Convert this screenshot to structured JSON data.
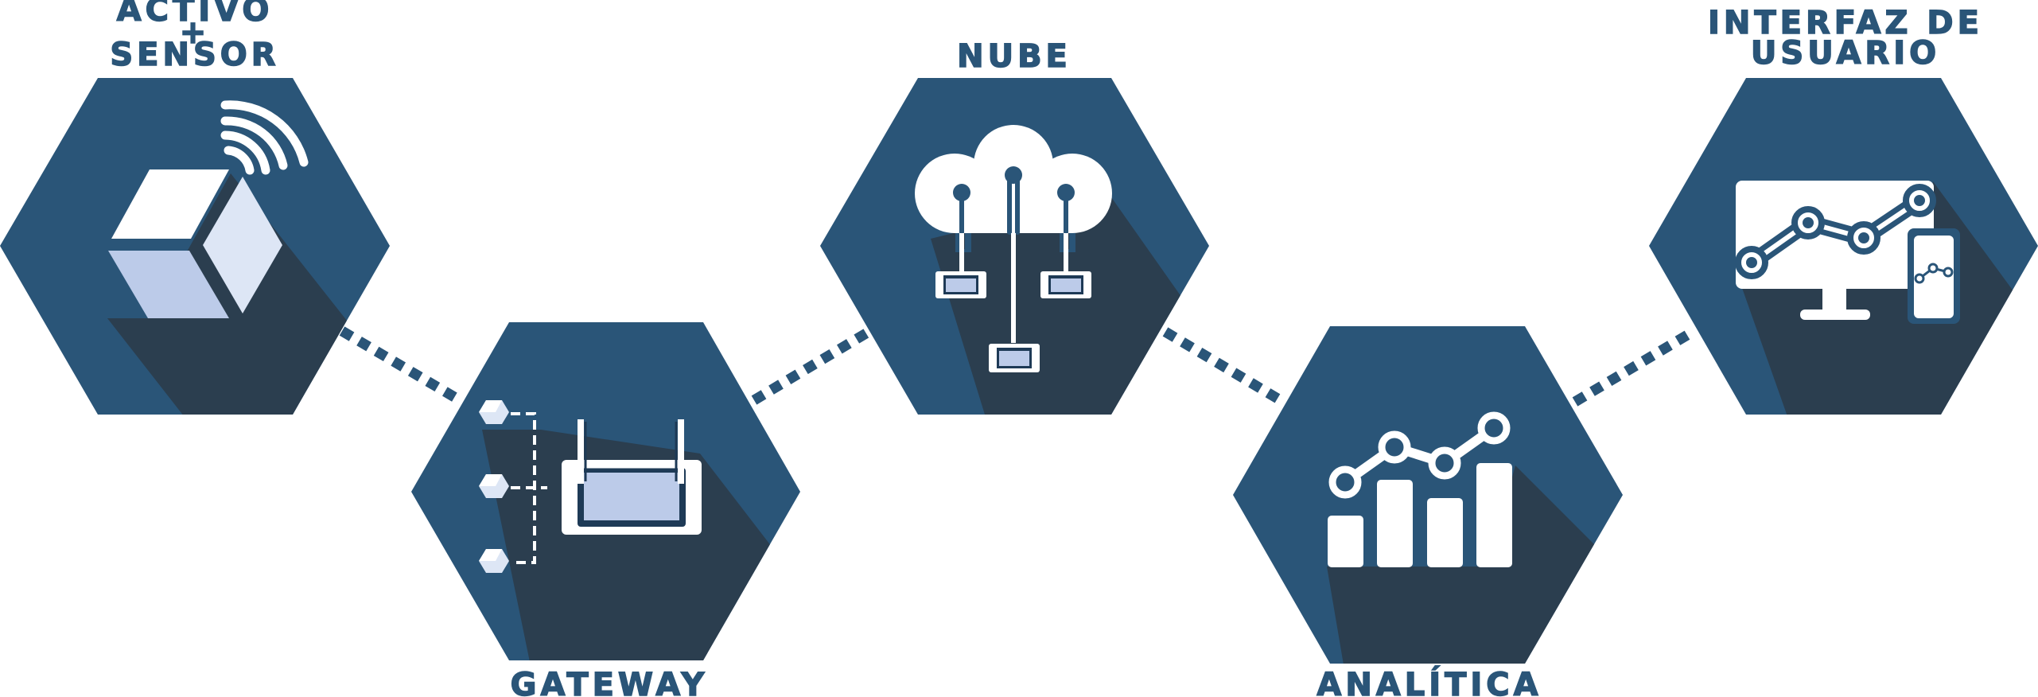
{
  "nodes": [
    {
      "id": "activo-sensor",
      "label_lines": [
        "ACTIVO",
        "+",
        "SENSOR"
      ],
      "icon": "cube-sensor-icon"
    },
    {
      "id": "gateway",
      "label_lines": [
        "GATEWAY"
      ],
      "icon": "gateway-router-icon"
    },
    {
      "id": "nube",
      "label_lines": [
        "NUBE"
      ],
      "icon": "cloud-network-icon"
    },
    {
      "id": "analitica",
      "label_lines": [
        "ANALÍTICA"
      ],
      "icon": "bar-chart-icon"
    },
    {
      "id": "interfaz-usuario",
      "label_lines": [
        "INTERFAZ DE",
        "USUARIO"
      ],
      "icon": "monitor-dashboard-icon"
    }
  ],
  "connectors": [
    {
      "from": "activo-sensor",
      "to": "gateway",
      "style": "dotted"
    },
    {
      "from": "gateway",
      "to": "nube",
      "style": "dotted"
    },
    {
      "from": "nube",
      "to": "analitica",
      "style": "dotted"
    },
    {
      "from": "analitica",
      "to": "interfaz-usuario",
      "style": "dotted"
    }
  ],
  "colors": {
    "hexagon": "#2a5578",
    "shadow": "#2b3e4f",
    "label": "#2a5578",
    "icon": "#ffffff",
    "icon_fill_light": "#bccbe9",
    "icon_fill_pale": "#dde6f5",
    "icon_dark": "#1e3a56"
  }
}
